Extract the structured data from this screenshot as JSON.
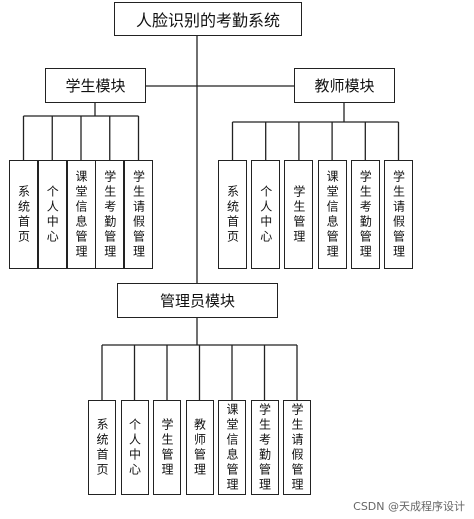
{
  "root": {
    "label": "人脸识别的考勤系统"
  },
  "modules": {
    "student": {
      "label": "学生模块",
      "items": [
        "系统首页",
        "个人中心",
        "课堂信息管理",
        "学生考勤管理",
        "学生请假管理"
      ]
    },
    "teacher": {
      "label": "教师模块",
      "items": [
        "系统首页",
        "个人中心",
        "学生管理",
        "课堂信息管理",
        "学生考勤管理",
        "学生请假管理"
      ]
    },
    "admin": {
      "label": "管理员模块",
      "items": [
        "系统首页",
        "个人中心",
        "学生管理",
        "教师管理",
        "课堂信息管理",
        "学生考勤管理",
        "学生请假管理"
      ]
    }
  },
  "watermark": "CSDN @天成程序设计"
}
